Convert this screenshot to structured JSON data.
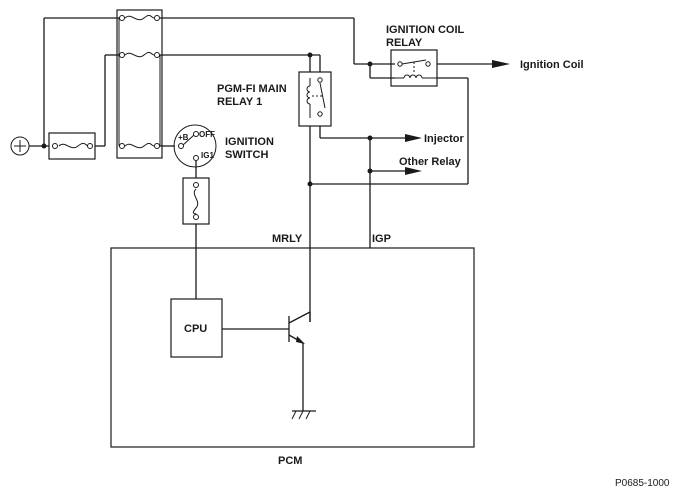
{
  "labels": {
    "ignition_coil_relay_line1": "IGNITION COIL",
    "ignition_coil_relay_line2": "RELAY",
    "ignition_coil": "Ignition Coil",
    "pgm_fi_line1": "PGM-FI MAIN",
    "pgm_fi_line2": "RELAY 1",
    "injector": "Injector",
    "other_relay": "Other Relay",
    "ignition_switch_line1": "IGNITION",
    "ignition_switch_line2": "SWITCH",
    "switch_b": "+B",
    "switch_off": "OFF",
    "switch_ig1": "IG1",
    "mrly": "MRLY",
    "igp": "IGP",
    "cpu": "CPU",
    "pcm": "PCM",
    "reference": "P0685-1000"
  },
  "colors": {
    "line": "#1a1a1a",
    "background": "#ffffff"
  }
}
